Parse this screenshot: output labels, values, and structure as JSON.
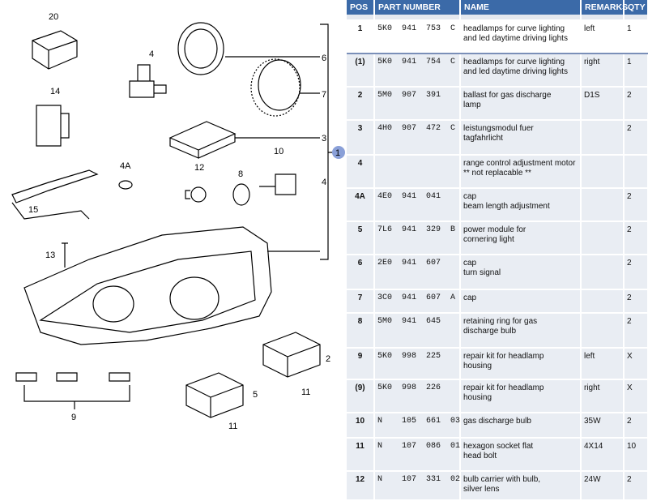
{
  "diagram": {
    "callouts": [
      "20",
      "4",
      "6",
      "7",
      "14",
      "3",
      "1",
      "10",
      "4A",
      "12",
      "8",
      "4",
      "15",
      "13",
      "2",
      "11",
      "5",
      "11",
      "9"
    ]
  },
  "table": {
    "headers": [
      "POS",
      "PART NUMBER",
      "NAME",
      "REMARKS",
      "QTY"
    ],
    "rows": [
      {
        "pos": "1",
        "part": "5K0  941  753  C",
        "name": "headlamps for curve lighting\nand led daytime driving lights",
        "remarks": "left",
        "qty": "1"
      },
      {
        "pos": "(1)",
        "part": "5K0  941  754  C",
        "name": "headlamps for curve lighting\nand led daytime driving lights",
        "remarks": "right",
        "qty": "1"
      },
      {
        "pos": "2",
        "part": "5M0  907  391",
        "name": "ballast for gas discharge\nlamp",
        "remarks": "D1S",
        "qty": "2"
      },
      {
        "pos": "3",
        "part": "4H0  907  472  C",
        "name": "leistungsmodul fuer\ntagfahrlicht",
        "remarks": "",
        "qty": "2"
      },
      {
        "pos": "4",
        "part": "",
        "name": "range control adjustment motor\n** not replacable **",
        "remarks": "",
        "qty": ""
      },
      {
        "pos": "4A",
        "part": "4E0  941  041",
        "name": "cap\nbeam length adjustment",
        "remarks": "",
        "qty": "2"
      },
      {
        "pos": "5",
        "part": "7L6  941  329  B",
        "name": "power module for\ncornering light",
        "remarks": "",
        "qty": "2"
      },
      {
        "pos": "6",
        "part": "2E0  941  607",
        "name": "cap\nturn signal",
        "remarks": "",
        "qty": "2"
      },
      {
        "pos": "7",
        "part": "3C0  941  607  A",
        "name": "cap",
        "remarks": "",
        "qty": "2"
      },
      {
        "pos": "8",
        "part": "5M0  941  645",
        "name": "retaining ring for gas\ndischarge bulb",
        "remarks": "",
        "qty": "2"
      },
      {
        "pos": "9",
        "part": "5K0  998  225",
        "name": "repair kit for headlamp\nhousing",
        "remarks": "left",
        "qty": "X"
      },
      {
        "pos": "(9)",
        "part": "5K0  998  226",
        "name": "repair kit for headlamp\nhousing",
        "remarks": "right",
        "qty": "X"
      },
      {
        "pos": "10",
        "part": "N    105  661  03",
        "name": "gas discharge bulb",
        "remarks": "35W",
        "qty": "2"
      },
      {
        "pos": "11",
        "part": "N    107  086  01",
        "name": "hexagon socket flat\nhead bolt",
        "remarks": "4X14",
        "qty": "10"
      },
      {
        "pos": "12",
        "part": "N    107  331  02",
        "name": "bulb carrier with bulb,\nsilver lens",
        "remarks": "24W",
        "qty": "2"
      }
    ]
  }
}
